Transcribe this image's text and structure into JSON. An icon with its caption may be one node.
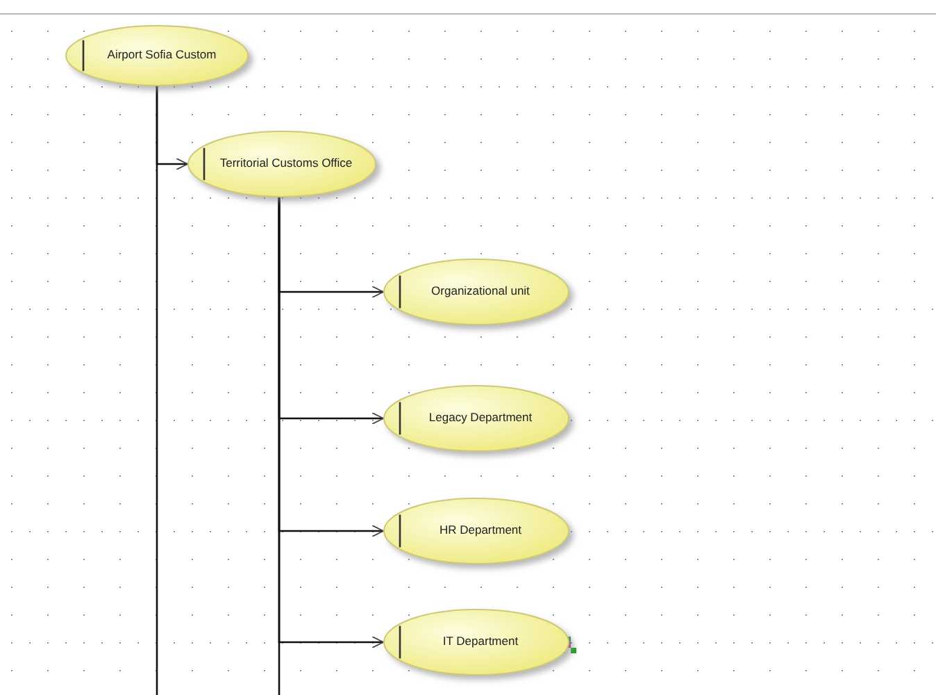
{
  "diagram": {
    "nodes": [
      {
        "text": [
          "Airport Sofia Custom"
        ]
      },
      {
        "text": [
          "Territorial Customs Office"
        ]
      },
      {
        "text": [
          "Organizational unit"
        ]
      },
      {
        "text": [
          "Legacy Department"
        ]
      },
      {
        "text": [
          "HR Department"
        ]
      },
      {
        "text": [
          "IT Department"
        ]
      }
    ],
    "edges": [
      {
        "from": 0,
        "to": 1,
        "arrow": "to"
      },
      {
        "from": 0,
        "to": null,
        "arrow": "none"
      },
      {
        "from": 1,
        "to": 2,
        "arrow": "to"
      },
      {
        "from": 1,
        "to": 3,
        "arrow": "to"
      },
      {
        "from": 1,
        "to": 4,
        "arrow": "to"
      },
      {
        "from": 1,
        "to": 5,
        "arrow": "to"
      },
      {
        "from": 1,
        "to": null,
        "arrow": "none"
      }
    ]
  }
}
